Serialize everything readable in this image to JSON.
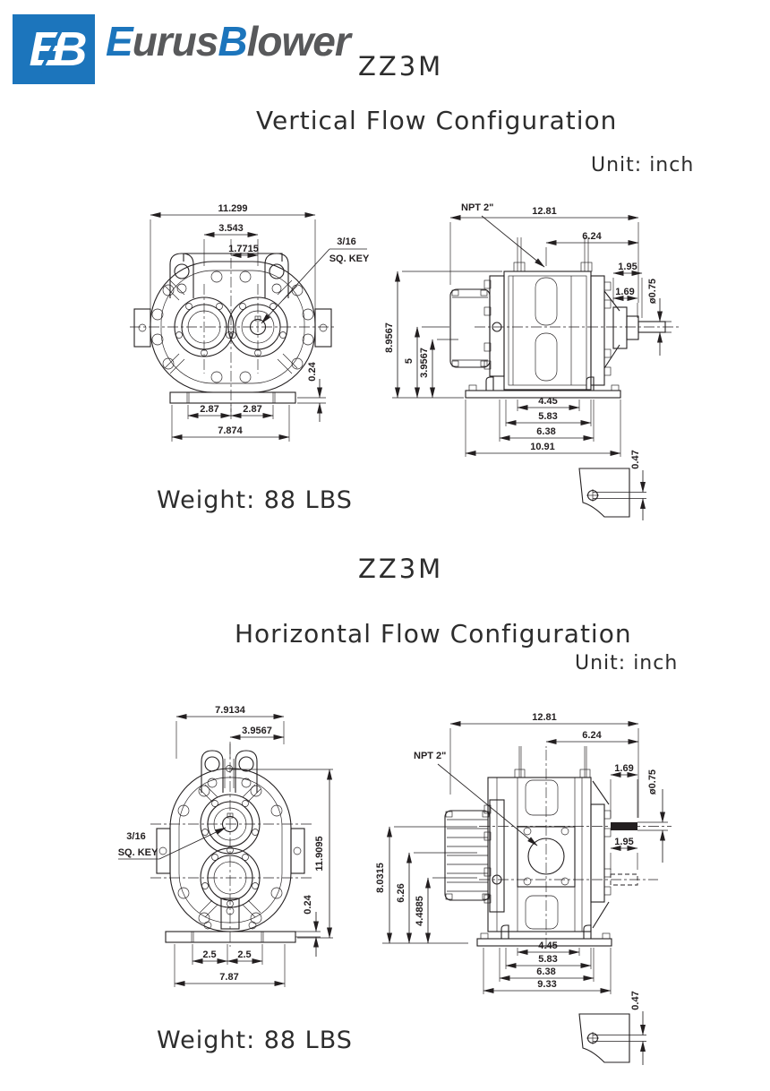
{
  "brand": {
    "logo_monogram": "EB",
    "name_e": "E",
    "name_urus": "urus",
    "name_b": "B",
    "name_lower": "lower"
  },
  "colors": {
    "blue": "#1C75BC",
    "gray": "#58595B",
    "ink": "#231F20"
  },
  "vertical": {
    "model": "ZZ3M",
    "title": "Vertical Flow Configuration",
    "unit": "Unit:  inch",
    "weight": "Weight: 88 LBS",
    "end_view": {
      "overall_width": "11.299",
      "bore_spacing": "3.543",
      "bore_half_spacing": "1.7715",
      "key_size": "3/16",
      "key_label": "SQ. KEY",
      "foot_bolt_left": "2.87",
      "foot_bolt_right": "2.87",
      "foot_length": "7.874",
      "foot_step": "0.24"
    },
    "side_view": {
      "port_label": "NPT 2\"",
      "overall_length": "12.81",
      "port_to_shaft_end": "6.24",
      "shaft_overhang": "1.95",
      "shaft_length": "1.69",
      "shaft_diameter": "ø0.75",
      "overall_height": "8.9567",
      "shaft_center_height": "5",
      "gear_center_height": "3.9567",
      "foot_dim_1": "4.45",
      "foot_dim_2": "5.83",
      "foot_dim_3": "6.38",
      "foot_dim_4": "10.91",
      "foot_slot": "0.47"
    }
  },
  "horizontal": {
    "model": "ZZ3M",
    "title": "Horizontal Flow Configuration",
    "unit": "Unit:  inch",
    "weight": "Weight: 88 LBS",
    "end_view": {
      "overall_width": "7.9134",
      "half_width": "3.9567",
      "key_size": "3/16",
      "key_label": "SQ. KEY",
      "overall_height": "11.9095",
      "foot_step": "0.24",
      "foot_bolt_left": "2.5",
      "foot_bolt_right": "2.5",
      "foot_length": "7.87"
    },
    "side_view": {
      "port_label": "NPT 2\"",
      "overall_length": "12.81",
      "port_to_shaft_end": "6.24",
      "shaft_length": "1.69",
      "shaft_diameter": "ø0.75",
      "lower_shaft": "1.95",
      "overall_height": "8.0315",
      "shaft_center_height": "6.26",
      "gear_center_height": "4.4885",
      "foot_dim_1": "4.45",
      "foot_dim_2": "5.83",
      "foot_dim_3": "6.38",
      "foot_dim_4": "9.33",
      "foot_slot": "0.47"
    }
  }
}
